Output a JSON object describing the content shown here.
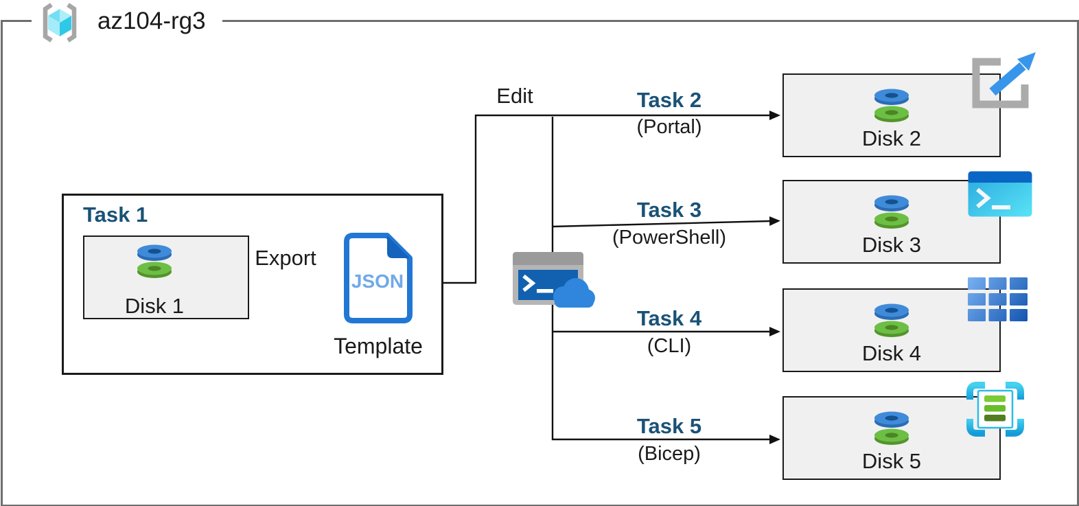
{
  "resource_group": {
    "name": "az104-rg3"
  },
  "task1": {
    "title": "Task 1",
    "disk_label": "Disk 1",
    "export_label": "Export",
    "json_text": "JSON",
    "template_label": "Template"
  },
  "edit_label": "Edit",
  "tasks": [
    {
      "title": "Task 2",
      "method": "(Portal)",
      "disk_label": "Disk 2",
      "icon": "expand-portal-icon"
    },
    {
      "title": "Task 3",
      "method": "(PowerShell)",
      "disk_label": "Disk 3",
      "icon": "powershell-icon"
    },
    {
      "title": "Task 4",
      "method": "(CLI)",
      "disk_label": "Disk 4",
      "icon": "cli-grid-icon"
    },
    {
      "title": "Task 5",
      "method": "(Bicep)",
      "disk_label": "Disk 5",
      "icon": "bicep-template-icon"
    }
  ],
  "colors": {
    "task_label": "#1A5276",
    "ink": "#1a1a1a",
    "outer_border": "#6E6E6E",
    "box_fill": "#F0F0F0",
    "disk_blue": "#3F8BD9",
    "disk_green": "#6CBE45",
    "json_blue": "#2277D4",
    "cloud_blue": "#2F86DC",
    "powershell_bar": "#0A66C4",
    "bicep_cyan": "#2CBCE5"
  }
}
